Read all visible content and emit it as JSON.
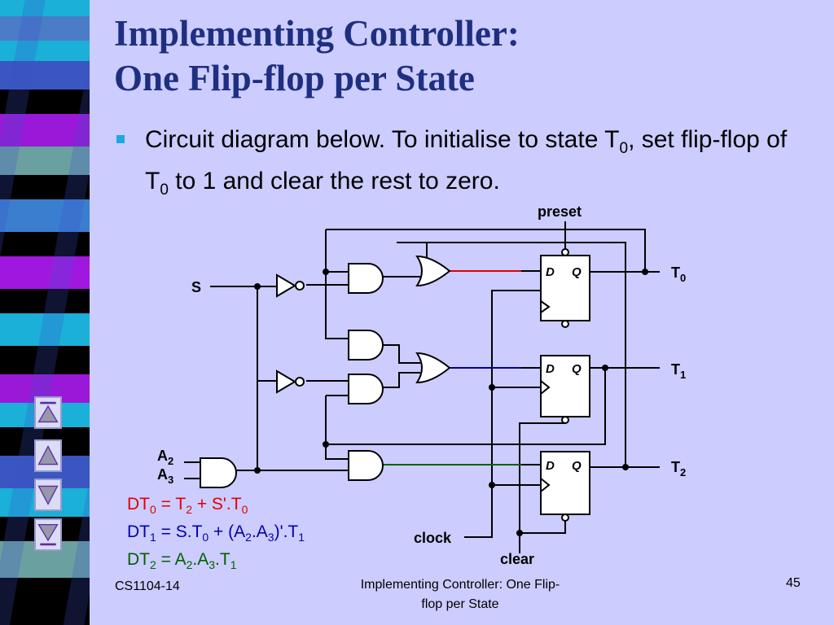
{
  "title": {
    "line1": "Implementing Controller:",
    "line2": "One Flip-flop per State"
  },
  "bullet": {
    "part1": "Circuit diagram below.  To initialise to state T",
    "sub1": "0",
    "part2": ", set flip-flop of T",
    "sub2": "0",
    "part3": " to 1 and clear the rest to zero."
  },
  "diagram": {
    "preset": "preset",
    "clock": "clock",
    "clear": "clear",
    "input_s": "S",
    "input_a": "A",
    "input_a2_sub": "2",
    "input_a3_sub": "3",
    "ff_d": "D",
    "ff_q": "Q",
    "output_t": "T",
    "out_sub0": "0",
    "out_sub1": "1",
    "out_sub2": "2",
    "colors": {
      "wire_t0": "#e00000",
      "wire_t1": "#000090",
      "wire_t2": "#006000"
    }
  },
  "equations": {
    "eq0": {
      "color": "#e00000",
      "a": "DT",
      "a_sub": "0",
      "b": " = T",
      "b_sub": "2",
      "c": " + S'.T",
      "c_sub": "0"
    },
    "eq1": {
      "color": "#0000b0",
      "a": "DT",
      "a_sub": "1",
      "b": " = S.T",
      "b_sub": "0",
      "c": " + (A",
      "c_sub": "2",
      "d": ".A",
      "d_sub": "3",
      "e": ")'.T",
      "e_sub": "1"
    },
    "eq2": {
      "color": "#006000",
      "a": "DT",
      "a_sub": "2",
      "b": " = A",
      "b_sub": "2",
      "c": ".A",
      "c_sub": "3",
      "d": ".T",
      "d_sub": "1"
    }
  },
  "footer": {
    "course": "CS1104-14",
    "center_line1": "Implementing Controller: One Flip-",
    "center_line2": "flop per State",
    "page": "45"
  },
  "nav": [
    "first-slide-icon",
    "previous-slide-icon",
    "next-slide-icon",
    "last-slide-icon"
  ]
}
